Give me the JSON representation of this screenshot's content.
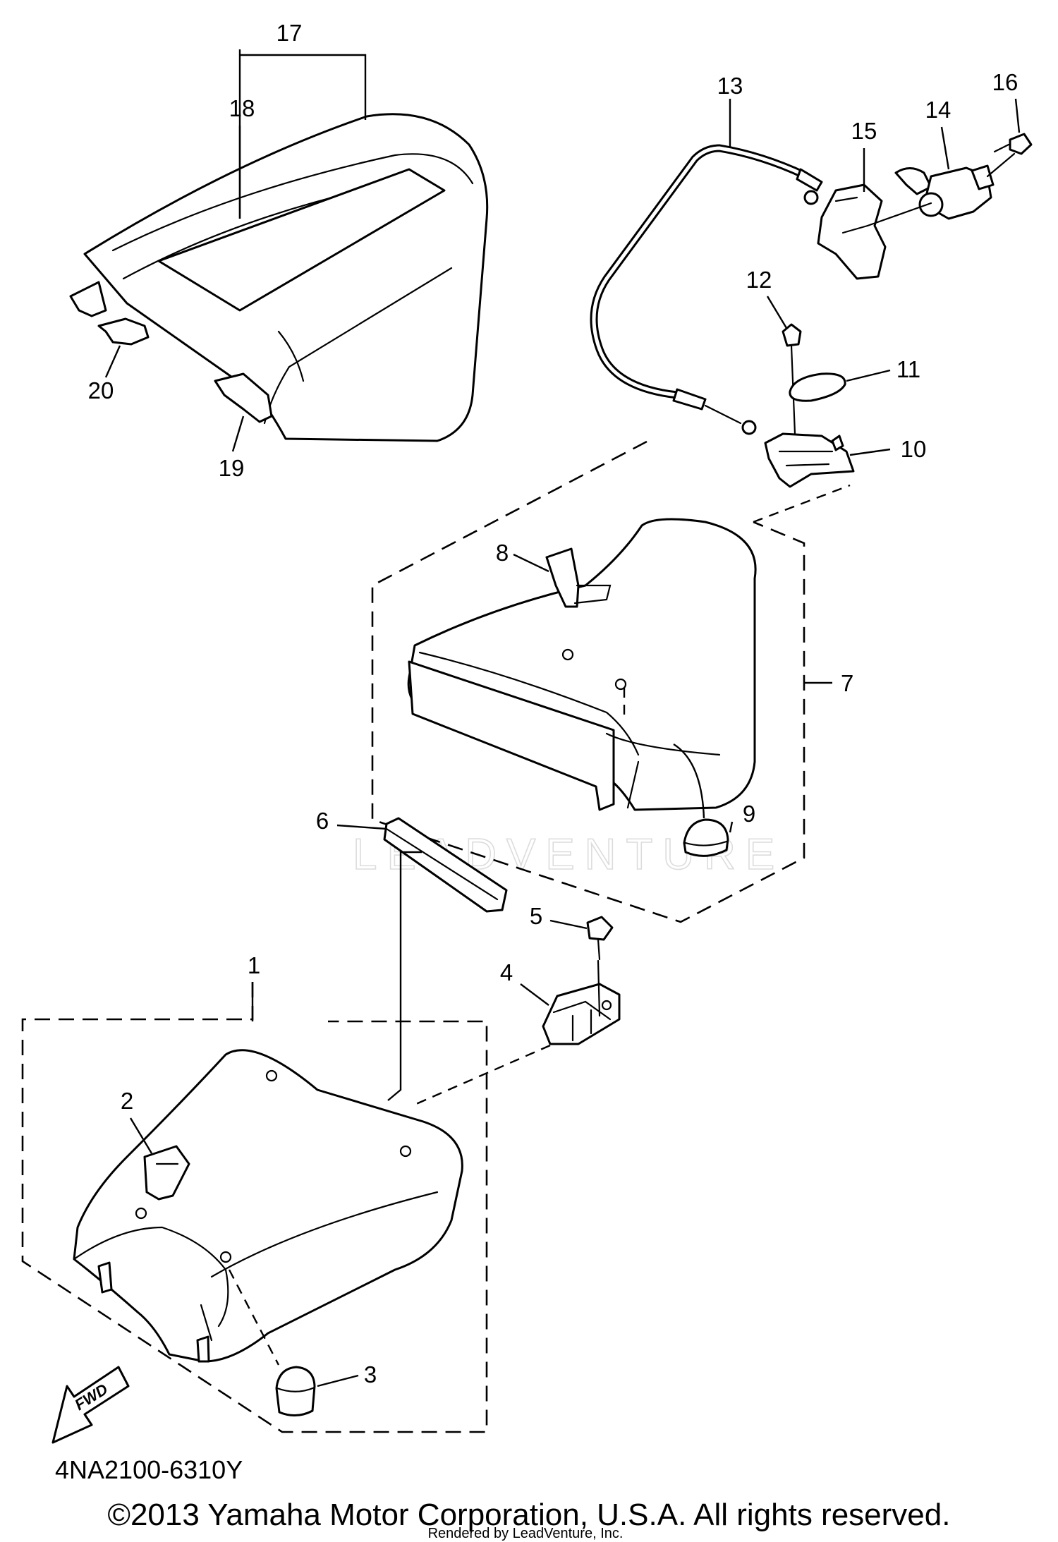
{
  "diagram": {
    "part_numbers": {
      "p1": "1",
      "p2": "2",
      "p3": "3",
      "p4": "4",
      "p5": "5",
      "p6": "6",
      "p7": "7",
      "p8": "8",
      "p9": "9",
      "p10": "10",
      "p11": "11",
      "p12": "12",
      "p13": "13",
      "p14": "14",
      "p15": "15",
      "p16": "16",
      "p17": "17",
      "p18": "18",
      "p19": "19",
      "p20": "20"
    },
    "direction_arrow": "FWD",
    "diagram_code": "4NA2100-6310Y",
    "watermark": "LEADVENTURE"
  },
  "footer": {
    "copyright": "©2013 Yamaha Motor Corporation, U.S.A. All rights reserved.",
    "rendered_by": "Rendered by LeadVenture, Inc."
  }
}
